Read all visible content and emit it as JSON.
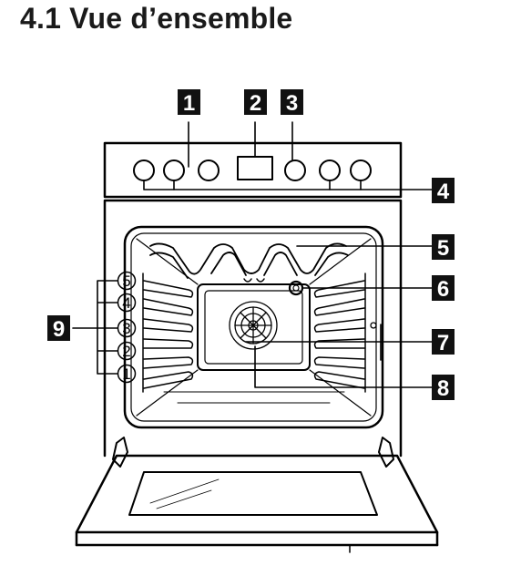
{
  "heading": "4.1 Vue d’ensemble",
  "callouts": [
    {
      "id": "callout-1",
      "label": "1"
    },
    {
      "id": "callout-2",
      "label": "2"
    },
    {
      "id": "callout-3",
      "label": "3"
    },
    {
      "id": "callout-4",
      "label": "4"
    },
    {
      "id": "callout-5",
      "label": "5"
    },
    {
      "id": "callout-6",
      "label": "6"
    },
    {
      "id": "callout-7",
      "label": "7"
    },
    {
      "id": "callout-8",
      "label": "8"
    },
    {
      "id": "callout-9",
      "label": "9"
    }
  ],
  "shelf_levels": [
    "5",
    "4",
    "3",
    "2",
    "1"
  ],
  "colors": {
    "ink": "#000000",
    "badge": "#111111",
    "paper": "#ffffff"
  }
}
